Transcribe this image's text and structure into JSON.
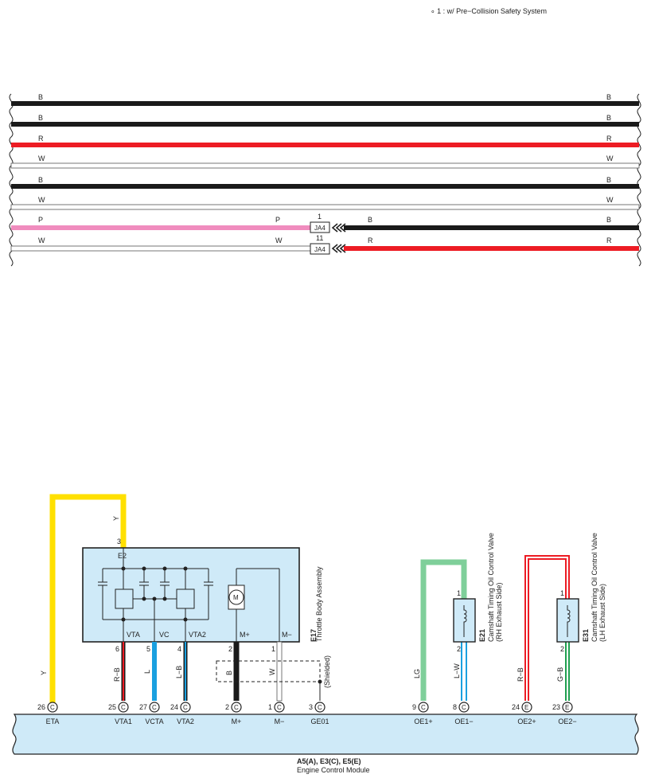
{
  "note": "∘ 1 : w/ Pre−Collision Safety System",
  "colors": {
    "B": "#1a1a1a",
    "R": "#ed1c24",
    "W": "#ffffff",
    "P": "#f08cbe",
    "Y": "#ffe000",
    "L": "#1aa0e0",
    "LG": "#7fcf9a",
    "G": "#20a050",
    "module_fill": "#cfeaf8"
  },
  "harness_wires": [
    {
      "left": "B",
      "right": "B"
    },
    {
      "left": "B",
      "right": "B"
    },
    {
      "left": "R",
      "right": "R"
    },
    {
      "left": "W",
      "right": "W"
    },
    {
      "left": "B",
      "right": "B"
    },
    {
      "left": "W",
      "right": "W"
    },
    {
      "left": "P",
      "mid": "P",
      "connector": "JA4",
      "pin": "1",
      "right_near": "B",
      "right": "B"
    },
    {
      "left": "W",
      "mid": "W",
      "connector": "JA4",
      "pin": "11",
      "right_near": "R",
      "right": "R"
    }
  ],
  "throttle": {
    "code": "E17",
    "name": "Throttle Body Assembly",
    "e2_label": "E2",
    "e2_pin": "3",
    "y_wire_label": "Y",
    "terminals": [
      "VTA",
      "VC",
      "VTA2",
      "M+",
      "M−"
    ],
    "pins": [
      "6",
      "5",
      "4",
      "2",
      "1"
    ],
    "wire_labels": [
      "R−B",
      "L",
      "L−B",
      "B",
      "W"
    ],
    "motor_label": "M",
    "shielded": "(Shielded)"
  },
  "valve_rh": {
    "code": "E21",
    "name": "Camshaft Timing Oil Control Valve",
    "side": "(RH Exhaust Side)",
    "pin1": "1",
    "pin2": "2",
    "wire_labels": [
      "LG",
      "L−W"
    ]
  },
  "valve_lh": {
    "code": "E31",
    "name": "Camshaft Timing Oil Control Valve",
    "side": "(LH Exhaust Side)",
    "pin1": "1",
    "pin2": "2",
    "wire_labels": [
      "R−B",
      "G−B"
    ]
  },
  "ecm": {
    "codes": "A5(A), E3(C), E5(E)",
    "name": "Engine Control Module",
    "y_label": "Y",
    "pins": [
      {
        "num": "26",
        "conn": "C",
        "label": "ETA"
      },
      {
        "num": "25",
        "conn": "C",
        "label": "VTA1"
      },
      {
        "num": "27",
        "conn": "C",
        "label": "VCTA"
      },
      {
        "num": "24",
        "conn": "C",
        "label": "VTA2"
      },
      {
        "num": "2",
        "conn": "C",
        "label": "M+"
      },
      {
        "num": "1",
        "conn": "C",
        "label": "M−"
      },
      {
        "num": "3",
        "conn": "C",
        "label": "GE01"
      },
      {
        "num": "9",
        "conn": "C",
        "label": "OE1+"
      },
      {
        "num": "8",
        "conn": "C",
        "label": "OE1−"
      },
      {
        "num": "24",
        "conn": "E",
        "label": "OE2+"
      },
      {
        "num": "23",
        "conn": "E",
        "label": "OE2−"
      }
    ]
  }
}
